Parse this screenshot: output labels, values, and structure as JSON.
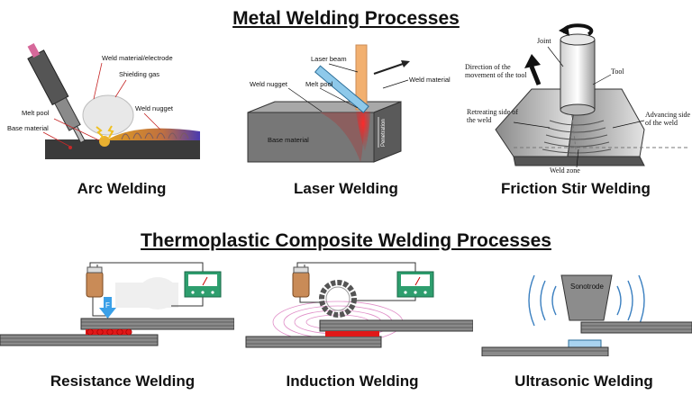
{
  "headings": {
    "metal": "Metal Welding Processes",
    "thermoplastic": "Thermoplastic Composite Welding Processes"
  },
  "arc": {
    "caption": "Arc Welding",
    "labels": {
      "electrode": "Weld material/electrode",
      "shielding_gas": "Shielding gas",
      "melt_pool": "Melt pool",
      "weld_nugget": "Weld nugget",
      "base_material": "Base material"
    }
  },
  "laser": {
    "caption": "Laser Welding",
    "labels": {
      "laser_beam": "Laser beam",
      "weld_nugget": "Weld nugget",
      "melt_pool": "Melt pool",
      "weld_material": "Weld material",
      "base_material": "Base material",
      "penetration": "Penetration"
    }
  },
  "friction": {
    "caption": "Friction Stir Welding",
    "labels": {
      "joint": "Joint",
      "direction_1": "Direction of the",
      "direction_2": "movement of the tool",
      "tool": "Tool",
      "retreating_1": "Retreating side of",
      "retreating_2": "the weld",
      "advancing_1": "Advancing side",
      "advancing_2": "of the weld",
      "weld_zone": "Weld zone"
    }
  },
  "resistance": {
    "caption": "Resistance Welding",
    "force_label": "F"
  },
  "induction": {
    "caption": "Induction Welding"
  },
  "ultrasonic": {
    "caption": "Ultrasonic Welding",
    "sonotrode_label": "Sonotrode"
  },
  "colors": {
    "copper": "#c98b57",
    "laser": "#f2b070",
    "electrode_blue": "#8ec9ea",
    "meter_green": "#2e9e6e",
    "hot_red": "#e01818",
    "force_blue": "#3aa0e8",
    "plate_gray": "#555555"
  }
}
